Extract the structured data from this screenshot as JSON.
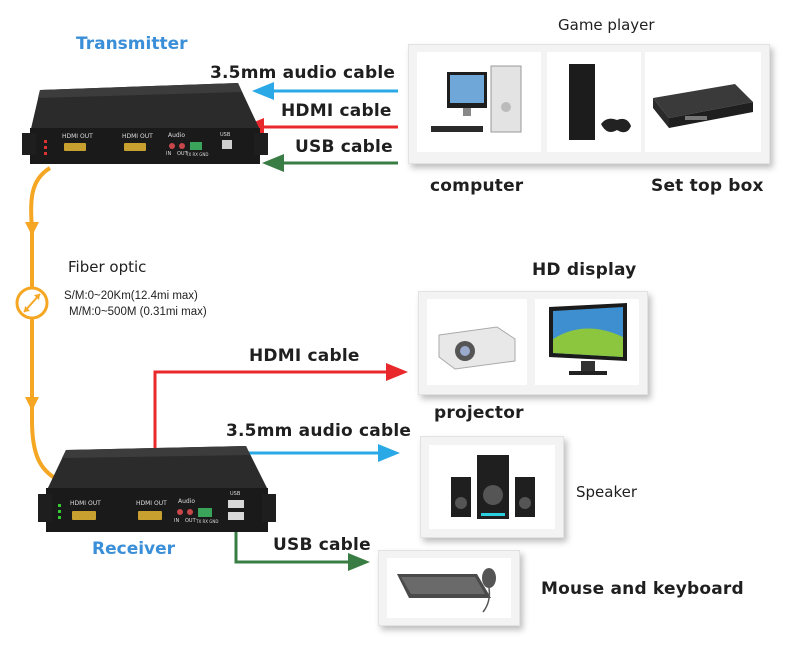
{
  "transmitter": {
    "title": "Transmitter",
    "ports": {
      "hdmi_out_1": "HDMI OUT",
      "hdmi_out_2": "HDMI OUT",
      "audio": "Audio",
      "in": "IN",
      "out": "OUT",
      "terminal": "TX RX GND",
      "usb": "USB"
    }
  },
  "receiver": {
    "title": "Receiver",
    "ports": {
      "hdmi_out_1": "HDMI OUT",
      "hdmi_out_2": "HDMI OUT",
      "audio": "Audio",
      "in": "IN",
      "out": "OUT",
      "terminal": "TX RX GND",
      "usb": "USB"
    }
  },
  "cables": {
    "tx_audio": "3.5mm audio cable",
    "tx_hdmi": "HDMI cable",
    "tx_usb": "USB cable",
    "rx_hdmi": "HDMI cable",
    "rx_audio": "3.5mm audio cable",
    "rx_usb": "USB cable"
  },
  "sources": {
    "title": "Game player",
    "computer_label": "computer",
    "settop_label": "Set top box"
  },
  "fiber": {
    "title": "Fiber optic",
    "sm": "S/M:0~20Km(12.4mi max)",
    "mm": "M/M:0~500M (0.31mi max)"
  },
  "displays": {
    "title": "HD display",
    "projector_label": "projector"
  },
  "speaker_label": "Speaker",
  "mouse_keyboard_label": "Mouse and keyboard",
  "colors": {
    "audio_blue": "#2aa9e6",
    "hdmi_red": "#e8282b",
    "usb_green": "#3a7d44",
    "fiber_orange": "#f5a623",
    "title_blue": "#3a8fd8"
  },
  "icons": [
    "pc-tower-icon",
    "game-console-icon",
    "settop-box-icon",
    "projector-icon",
    "monitor-icon",
    "speaker-icon",
    "keyboard-mouse-icon",
    "fiber-coupler-icon"
  ]
}
